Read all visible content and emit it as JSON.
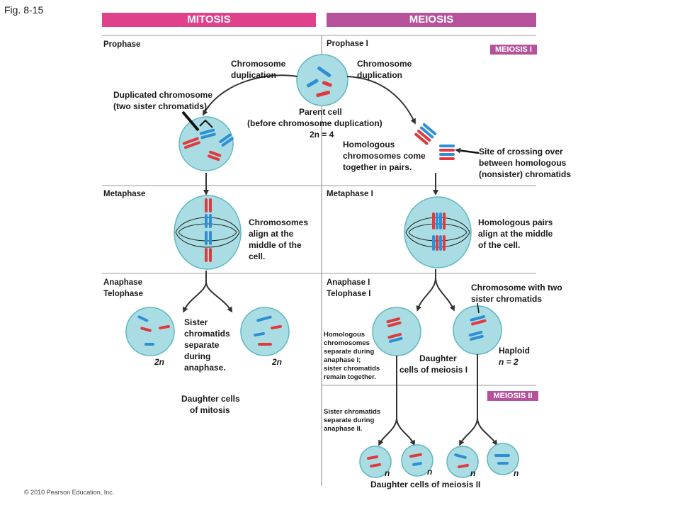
{
  "figure_label": "Fig. 8-15",
  "headers": {
    "mitosis": "MITOSIS",
    "meiosis": "MEIOSIS"
  },
  "tags": {
    "meiosis_1": "MEIOSIS I",
    "meiosis_2": "MEIOSIS II"
  },
  "stages": {
    "prophase": "Prophase",
    "prophase_1": "Prophase I",
    "metaphase": "Metaphase",
    "metaphase_1": "Metaphase I",
    "anaphase": "Anaphase",
    "telophase": "Telophase",
    "anaphase_1": "Anaphase I",
    "telophase_1": "Telophase I"
  },
  "labels": {
    "dup_left_1": "Chromosome",
    "dup_left_2": "duplication",
    "dup_right_1": "Chromosome",
    "dup_right_2": "duplication",
    "duplicated_1": "Duplicated chromosome",
    "duplicated_2": "(two sister chromatids)",
    "parent_1": "Parent cell",
    "parent_2": "(before chromosome duplication)",
    "parent_3": "2n = 4",
    "homolog_1": "Homologous",
    "homolog_2": "chromosomes come",
    "homolog_3": "together in pairs.",
    "crossing_1": "Site of crossing over",
    "crossing_2": "between homologous",
    "crossing_3": "(nonsister) chromatids",
    "align_1": "Chromosomes",
    "align_2": "align at the",
    "align_3": "middle of the",
    "align_4": "cell.",
    "pairs_1": "Homologous pairs",
    "pairs_2": "align at the middle",
    "pairs_3": "of the cell.",
    "two_sister_1": "Chromosome with two",
    "two_sister_2": "sister chromatids",
    "sister_1": "Sister",
    "sister_2": "chromatids",
    "sister_3": "separate",
    "sister_4": "during",
    "sister_5": "anaphase.",
    "ploidy_left": "2n",
    "ploidy_right": "2n",
    "daughter_mitosis_1": "Daughter cells",
    "daughter_mitosis_2": "of mitosis",
    "hom_sep_1": "Homologous",
    "hom_sep_2": "chromosomes",
    "hom_sep_3": "separate during",
    "hom_sep_4": "anaphase I;",
    "hom_sep_5": "sister chromatids",
    "hom_sep_6": "remain together.",
    "daughter_m1_1": "Daughter",
    "daughter_m1_2": "cells of meiosis I",
    "haploid_1": "Haploid",
    "haploid_2": "n = 2",
    "sis_sep2_1": "Sister chromatids",
    "sis_sep2_2": "separate during",
    "sis_sep2_3": "anaphase II.",
    "n1": "n",
    "n2": "n",
    "n3": "n",
    "n4": "n",
    "daughter_m2": "Daughter cells of meiosis II"
  },
  "copyright": "© 2010 Pearson Education, Inc.",
  "colors": {
    "mitosis_header": "#e0418b",
    "meiosis_header": "#b5529b",
    "cell_fill": "#a9dde3",
    "cell_stroke": "#5fb7c2",
    "chrom_red": "#e03a3e",
    "chrom_blue": "#2f8fd6"
  }
}
